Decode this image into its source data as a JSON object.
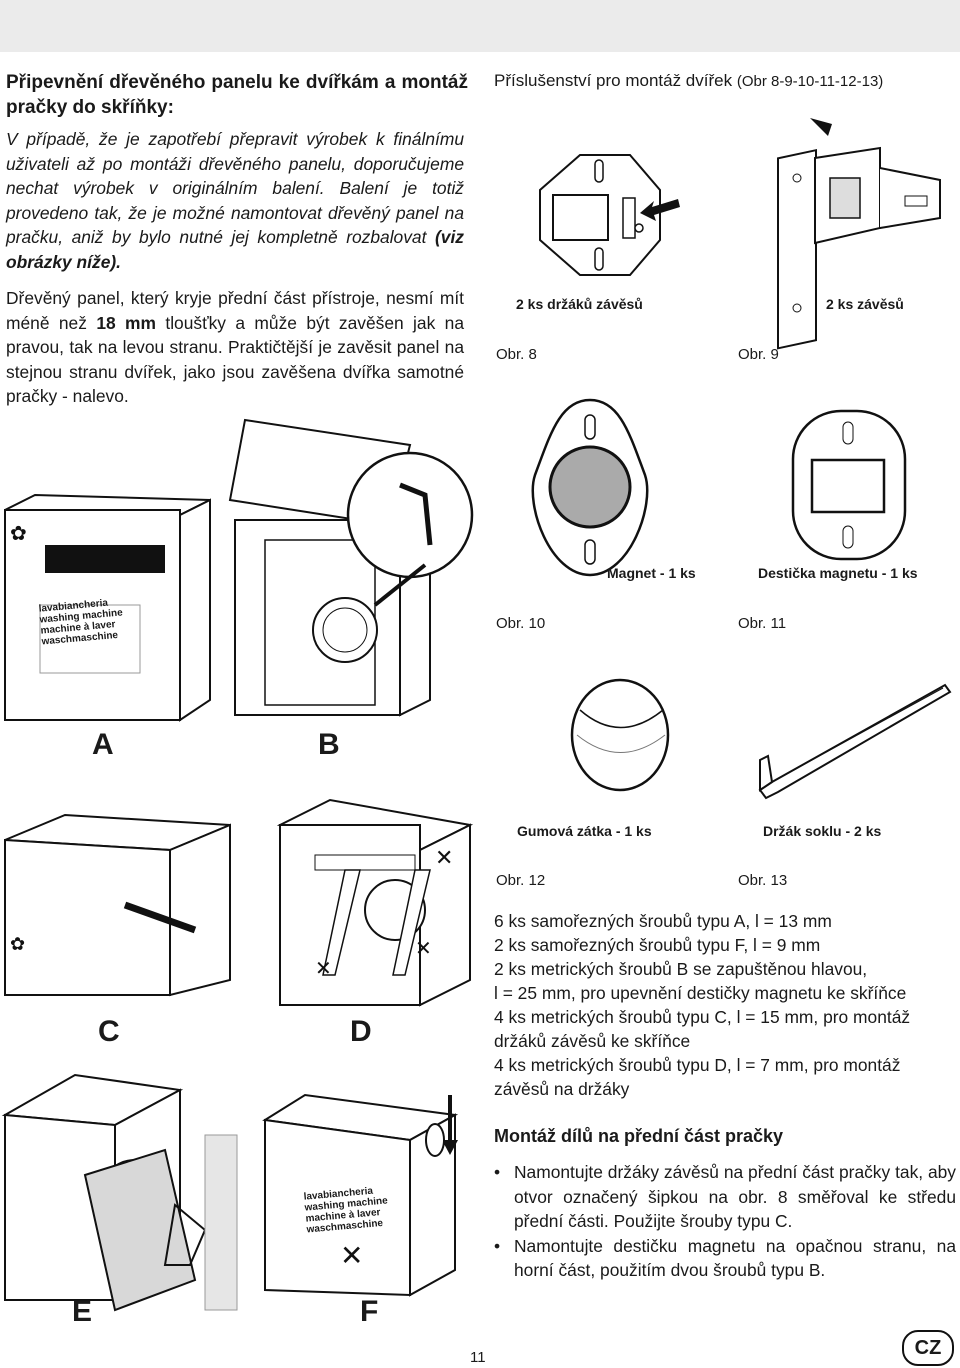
{
  "left": {
    "title": "Připevnění dřevěného panelu ke dvířkám a montáž pračky do skříňky:",
    "intro_text": "V případě, že je zapotřebí přepravit výrobek k finálnímu uživateli až po montáži dřevěného panelu, doporučujeme nechat výrobek v originálním balení. Balení je totiž provedeno tak, že je možné namontovat dřevěný panel na pračku, aniž by bylo nutné jej kompletně rozbalovat",
    "intro_bold": "(viz obrázky níže).",
    "para_1": "Dřevěný panel, který kryje přední část přístroje, nesmí mít méně než",
    "para_bold": "18 mm",
    "para_2": "tloušťky a může být zavěšen jak na pravou, tak na levou stranu. Praktičtější je zavěsit panel na stejnou stranu dvířek, jako jsou zavěšena dvířka samotné pračky - nalevo.",
    "box_text": [
      "lavabiancheria",
      "washing machine",
      "machine à laver",
      "waschmaschine"
    ],
    "figure_letters": [
      "A",
      "B",
      "C",
      "D",
      "E",
      "F"
    ]
  },
  "right": {
    "title": "Příslušenství pro montáž dvířek",
    "title_ref": "(Obr 8-9-10-11-12-13)",
    "figures": [
      {
        "label": "2 ks držáků závěsů",
        "obr": "Obr. 8"
      },
      {
        "label": "2 ks závěsů",
        "obr": "Obr. 9"
      },
      {
        "label": "Magnet - 1 ks",
        "obr": "Obr. 10"
      },
      {
        "label": "Destička magnetu - 1 ks",
        "obr": "Obr. 11"
      },
      {
        "label": "Gumová zátka - 1 ks",
        "obr": "Obr. 12"
      },
      {
        "label": "Držák soklu - 2 ks",
        "obr": "Obr. 13"
      }
    ],
    "parts_lines": [
      "6 ks samořezných šroubů typu A, l = 13 mm",
      "2 ks samořezných šroubů typu F, l = 9 mm",
      "2 ks metrických šroubů B se zapuštěnou hlavou,",
      "l = 25 mm, pro upevnění destičky magnetu ke skříňce",
      "4 ks metrických šroubů typu C, l = 15 mm, pro montáž",
      "držáků závěsů ke skříňce",
      "4 ks metrických šroubů typu D, l = 7 mm, pro montáž",
      "závěsů na držáky"
    ],
    "mount_title": "Montáž dílů na přední část pračky",
    "bullets": [
      "Namontujte držáky závěsů na přední část pračky tak, aby otvor označený šipkou na obr. 8 směřoval ke středu přední části. Použijte šrouby typu C.",
      "Namontujte destičku magnetu na opačnou stranu, na horní část, použitím dvou šroubů typu B."
    ]
  },
  "footer": {
    "page_number": "11",
    "language": "CZ"
  }
}
